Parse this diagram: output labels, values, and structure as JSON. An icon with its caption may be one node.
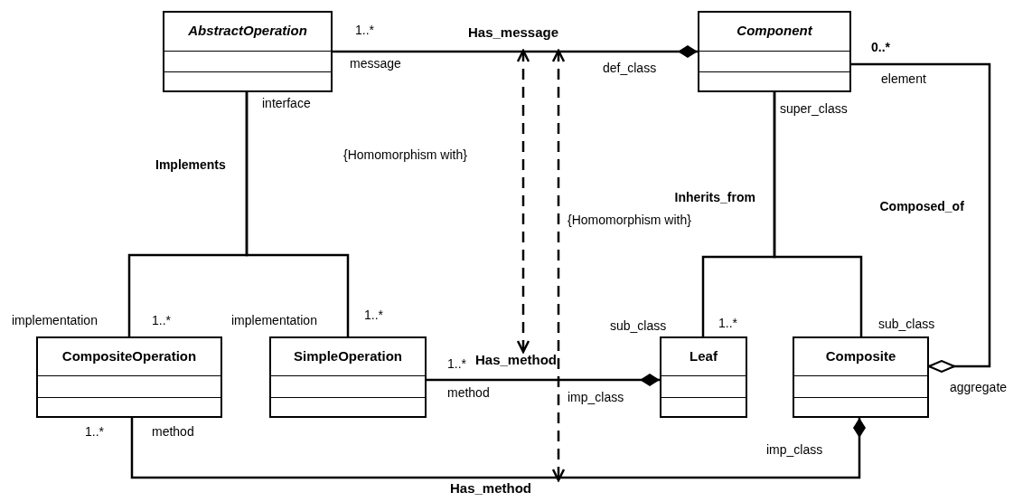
{
  "diagram": {
    "nodes": [
      {
        "text": [
          "AbstractOperation"
        ]
      },
      {
        "text": [
          "Has_message"
        ]
      },
      {
        "text": [
          "Component"
        ]
      },
      {
        "text": [
          "CompositeOperation"
        ]
      },
      {
        "text": [
          "SimpleOperation"
        ]
      },
      {
        "text": [
          "Has_method"
        ]
      },
      {
        "text": [
          "Leaf"
        ]
      },
      {
        "text": [
          "Composite"
        ]
      },
      {
        "text": [
          "Has_method"
        ]
      }
    ],
    "edges": [
      {
        "from": 0,
        "to": 2,
        "arrow": "other"
      },
      {
        "from": 0,
        "to": 3,
        "arrow": "none",
        "label": "Implements"
      },
      {
        "from": 0,
        "to": 4,
        "arrow": "none"
      },
      {
        "from": 2,
        "to": 6,
        "arrow": "none",
        "label": "Inherits_from"
      },
      {
        "from": 2,
        "to": 7,
        "arrow": "none"
      },
      {
        "from": 2,
        "to": 7,
        "arrow": "other",
        "label": "Composed_of"
      },
      {
        "from": 4,
        "to": 6,
        "arrow": "other"
      },
      {
        "from": 3,
        "to": 7,
        "arrow": "other"
      },
      {
        "from": 1,
        "to": 5,
        "arrow": "both",
        "style": "dashed",
        "label": "{Homomorphism with}"
      },
      {
        "from": 1,
        "to": 8,
        "arrow": "both",
        "style": "dashed",
        "label": "{Homomorphism with}"
      }
    ],
    "labels": [
      "1..*",
      "0..*",
      "message",
      "def_class",
      "element",
      "interface",
      "super_class",
      "implementation",
      "1..*",
      "implementation",
      "1..*",
      "sub_class",
      "1..*",
      "sub_class",
      "1..*",
      "method",
      "imp_class",
      "aggregate",
      "1..*",
      "method",
      "imp_class"
    ]
  }
}
